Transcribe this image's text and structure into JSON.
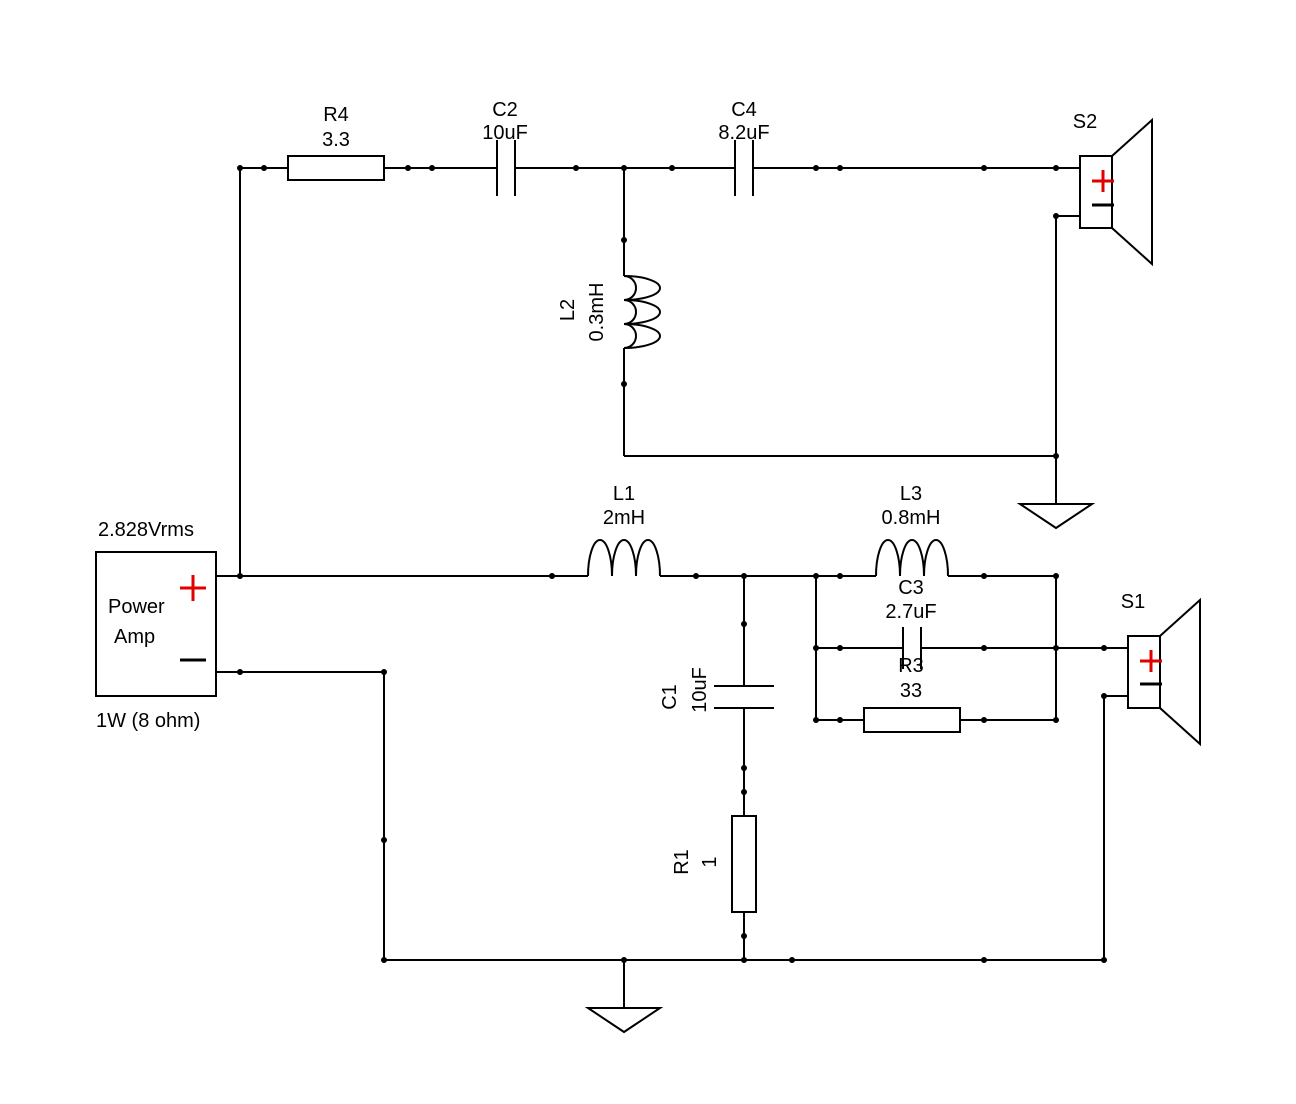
{
  "amp": {
    "voltage": "2.828Vrms",
    "name_line1": "Power",
    "name_line2": "Amp",
    "rating": "1W (8 ohm)"
  },
  "components": {
    "r4": {
      "ref": "R4",
      "value": "3.3"
    },
    "c2": {
      "ref": "C2",
      "value": "10uF"
    },
    "c4": {
      "ref": "C4",
      "value": "8.2uF"
    },
    "l2": {
      "ref": "L2",
      "value": "0.3mH"
    },
    "l1": {
      "ref": "L1",
      "value": "2mH"
    },
    "l3": {
      "ref": "L3",
      "value": "0.8mH"
    },
    "c3": {
      "ref": "C3",
      "value": "2.7uF"
    },
    "r3": {
      "ref": "R3",
      "value": "33"
    },
    "c1": {
      "ref": "C1",
      "value": "10uF"
    },
    "r1": {
      "ref": "R1",
      "value": "1"
    }
  },
  "speakers": {
    "s2": {
      "ref": "S2"
    },
    "s1": {
      "ref": "S1"
    }
  },
  "colors": {
    "wire": "#000000",
    "polarity_plus": "#e00000",
    "background": "#ffffff"
  }
}
